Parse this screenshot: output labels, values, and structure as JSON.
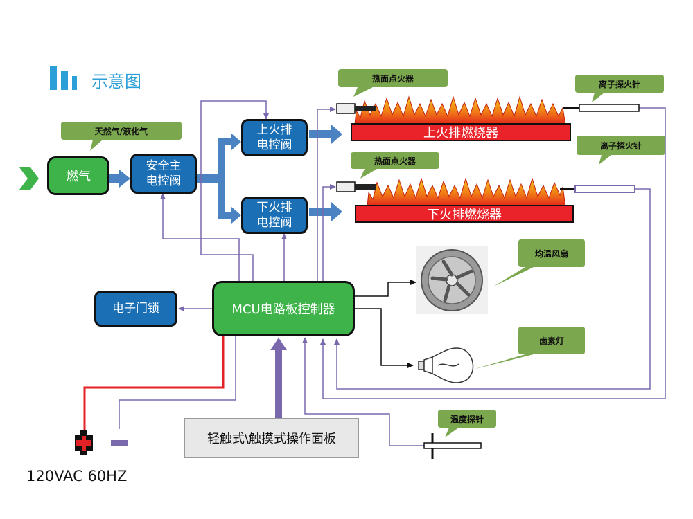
{
  "header": {
    "title": "示意图"
  },
  "nodes": {
    "gas": "燃气",
    "main_valve_l1": "安全主",
    "main_valve_l2": "电控阀",
    "upper_valve_l1": "上火排",
    "upper_valve_l2": "电控阀",
    "lower_valve_l1": "下火排",
    "lower_valve_l2": "电控阀",
    "upper_burner": "上火排燃烧器",
    "lower_burner": "下火排燃烧器",
    "mcu": "MCU电路板控制器",
    "door_lock": "电子门锁",
    "panel": "轻触式\\触摸式操作面板",
    "power": "120VAC 60HZ",
    "plus": "+",
    "minus": "−"
  },
  "callouts": {
    "gas_type": "天然气/液化气",
    "igniter_top": "热面点火器",
    "igniter_bottom": "热面点火器",
    "flame_probe_top": "离子探火针",
    "flame_probe_bottom": "离子探火针",
    "fan": "均温风扇",
    "lamp": "卤素灯",
    "temp_probe": "温度探针"
  },
  "colors": {
    "valve_blue": "#1b6fb5",
    "mcu_green": "#3db34a",
    "burner_red": "#ea2229",
    "callout_green": "#7ba74f",
    "wire_purple": "#7a68ad",
    "power_red": "#e32226"
  }
}
